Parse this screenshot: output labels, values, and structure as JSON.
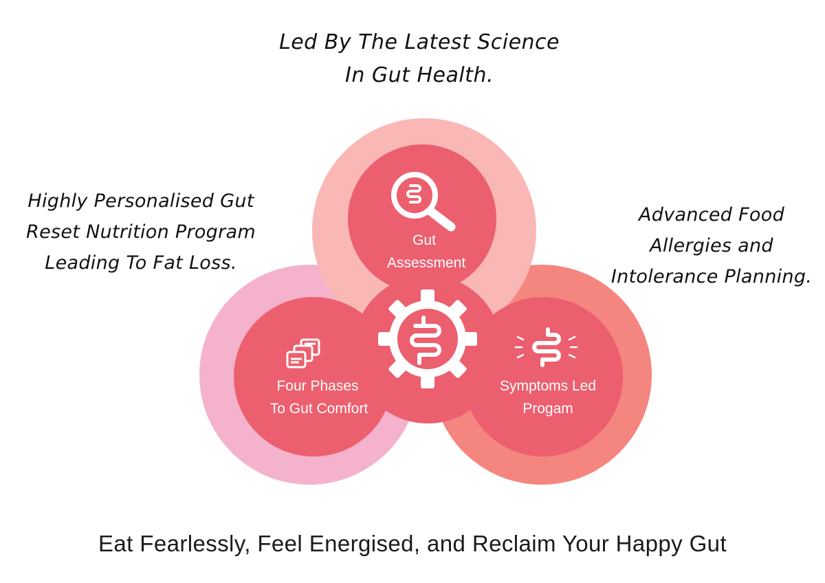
{
  "heading": {
    "line1": "Led By The Latest Science",
    "line2": "In Gut Health."
  },
  "left_note": {
    "line1": "Highly Personalised Gut",
    "line2": "Reset Nutrition Program",
    "line3": "Leading To Fat Loss."
  },
  "right_note": {
    "line1": "Advanced Food",
    "line2": "Allergies and",
    "line3": "Intolerance Planning."
  },
  "nodes": {
    "top": {
      "line1": "Gut",
      "line2": "Assessment",
      "icon": "magnifier-gut-icon"
    },
    "left": {
      "line1": "Four Phases",
      "line2": "To Gut Comfort",
      "icon": "stacked-cards-icon"
    },
    "right": {
      "line1": "Symptoms Led",
      "line2": "Progam",
      "icon": "irritated-gut-icon"
    },
    "center": {
      "icon": "gear-gut-icon"
    }
  },
  "footer": "Eat Fearlessly, Feel Energised, and Reclaim Your Happy Gut",
  "colors": {
    "top_outer": "#f9b7b6",
    "left_outer": "#f4b2cc",
    "right_outer": "#f5857f",
    "inner": "#ec5f6e",
    "white": "#ffffff"
  }
}
